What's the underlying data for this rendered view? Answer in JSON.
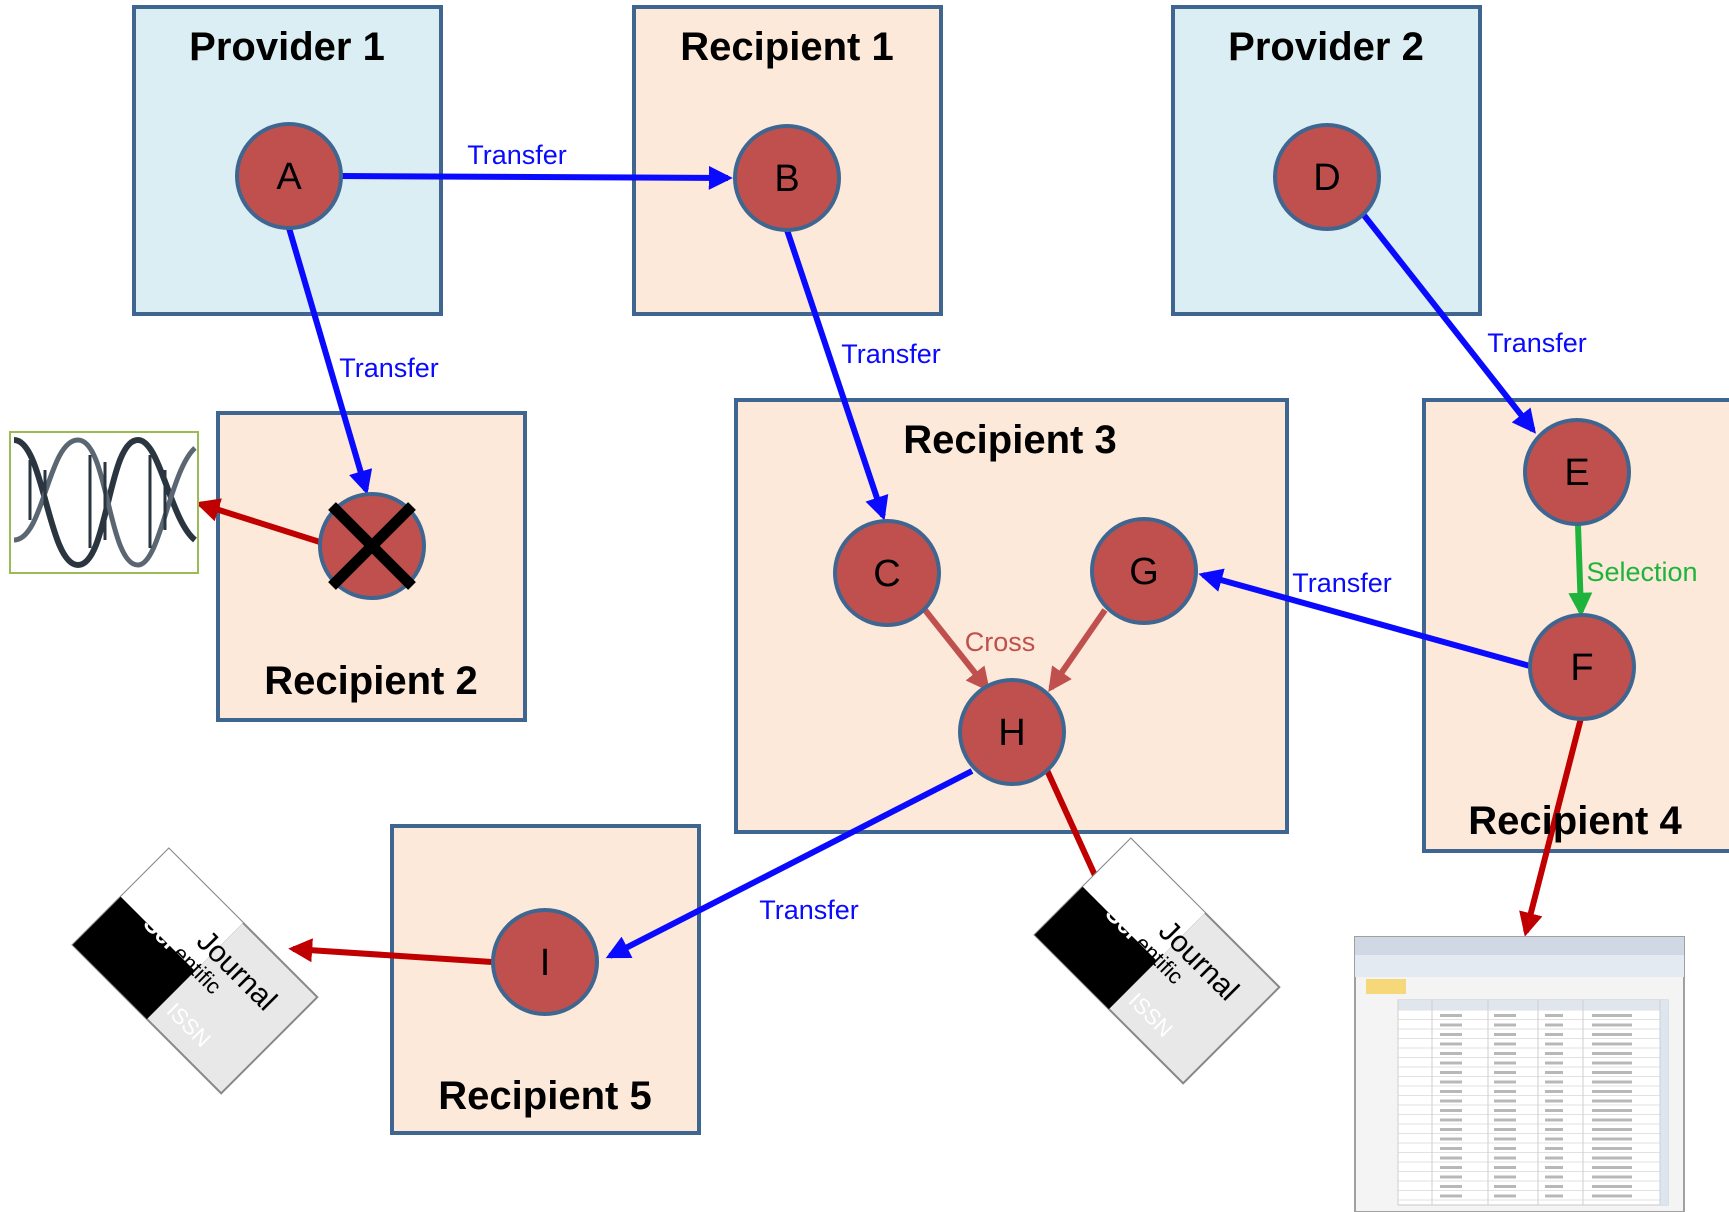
{
  "colors": {
    "transfer": "#0a0aff",
    "publish": "#c00000",
    "cross": "#c0504d",
    "selection": "#1eb43c",
    "provider_fill": "#dbeef3",
    "recipient_fill": "#fce9d9",
    "node_fill": "#c0504d",
    "border": "#3f6691"
  },
  "boxes": {
    "provider1": "Provider 1",
    "recipient1": "Recipient 1",
    "provider2": "Provider 2",
    "recipient2": "Recipient 2",
    "recipient3": "Recipient 3",
    "recipient4": "Recipient 4",
    "recipient5": "Recipient 5"
  },
  "nodes": {
    "A": "A",
    "B": "B",
    "C": "C",
    "D": "D",
    "E": "E",
    "F": "F",
    "G": "G",
    "H": "H",
    "I": "I"
  },
  "edge_labels": {
    "a_b": "Transfer",
    "a_x": "Transfer",
    "b_c": "Transfer",
    "d_e": "Transfer",
    "e_f": "Selection",
    "f_g": "Transfer",
    "cross": "Cross",
    "h_i": "Transfer"
  },
  "journal_icon": {
    "sci": "Sci",
    "entific": "entific",
    "issn": "ISSN",
    "journal": "Journal"
  },
  "icons": [
    "dna-icon",
    "journal-icon",
    "spreadsheet-icon"
  ]
}
